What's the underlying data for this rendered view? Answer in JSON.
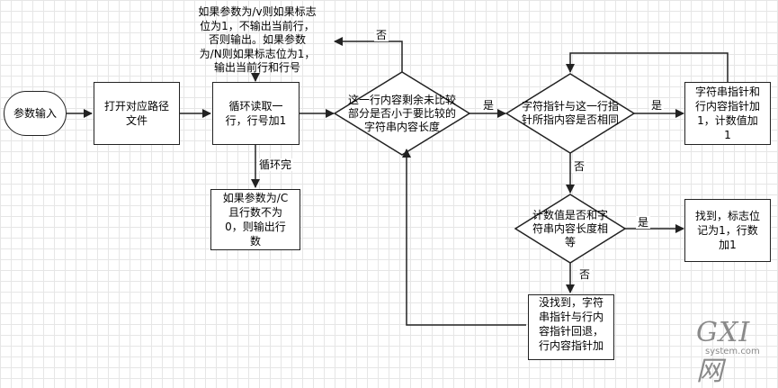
{
  "nodes": {
    "input": "参数输入",
    "open_file": "打开对应路径\n文件",
    "loop_read": "循环读取一\n行，行号加1",
    "v_note": "如果参数为/v则如果标志\n位为1，不输出当前行，\n否则输出。如果参数\n为/N则如果标志位为1，\n输出当前行和行号",
    "c_note": "如果参数为/C\n且行数不为\n0，则输出行\n数",
    "remain_check": "这一行内容剩余未比较\n部分是否小于要比较的\n字符串内容长度",
    "char_equal_check": "字符指针与这一行指\n针所指内容是否相同",
    "advance_pointers": "字符串指针和\n行内容指针加\n1，计数值加\n1",
    "count_equal_check": "计数值是否和字\n符串内容长度相\n等",
    "found": "找到，标志位\n记为1，行数\n加1",
    "not_found": "没找到，字符\n串指针与行内\n容指针回退，\n行内容指针加\n一"
  },
  "edge_labels": {
    "no_top": "否",
    "loop_done": "循环完",
    "yes_1": "是",
    "yes_2": "是",
    "no_2": "否",
    "yes_3": "是",
    "no_3": "否"
  },
  "watermark": {
    "main": "GXI网",
    "sub": "system.com"
  }
}
